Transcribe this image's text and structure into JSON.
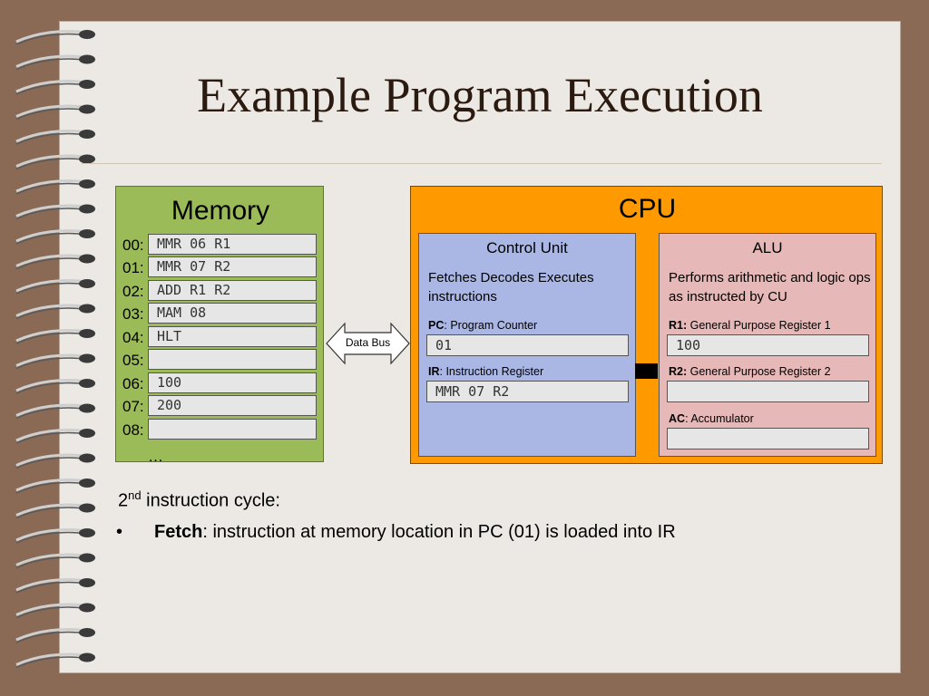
{
  "slide": {
    "title": "Example Program Execution"
  },
  "memory": {
    "title": "Memory",
    "rows": [
      {
        "addr": "00:",
        "value": "MMR 06 R1"
      },
      {
        "addr": "01:",
        "value": "MMR 07 R2"
      },
      {
        "addr": "02:",
        "value": "ADD R1 R2"
      },
      {
        "addr": "03:",
        "value": "MAM 08"
      },
      {
        "addr": "04:",
        "value": "HLT"
      },
      {
        "addr": "05:",
        "value": ""
      },
      {
        "addr": "06:",
        "value": "100"
      },
      {
        "addr": "07:",
        "value": "200"
      },
      {
        "addr": "08:",
        "value": ""
      }
    ],
    "ellipsis": "…"
  },
  "bus": {
    "label": "Data Bus"
  },
  "cpu": {
    "title": "CPU",
    "control_unit": {
      "title": "Control Unit",
      "description": "Fetches Decodes Executes instructions",
      "pc": {
        "abbr": "PC",
        "name": ": Program Counter",
        "value": "01"
      },
      "ir": {
        "abbr": "IR",
        "name": ": Instruction Register",
        "value": "MMR 07 R2"
      }
    },
    "alu": {
      "title": "ALU",
      "description": "Performs arithmetic and logic ops as instructed by CU",
      "r1": {
        "abbr": "R1:",
        "name": " General Purpose Register 1",
        "value": "100"
      },
      "r2": {
        "abbr": "R2:",
        "name": " General Purpose Register 2",
        "value": ""
      },
      "ac": {
        "abbr": "AC",
        "name": ": Accumulator",
        "value": ""
      }
    }
  },
  "caption": {
    "num": "2",
    "sup": "nd",
    "text": " instruction cycle:"
  },
  "bullet": {
    "marker": "•",
    "bold": "Fetch",
    "text": ": instruction at memory location in PC (01) is loaded into IR"
  }
}
